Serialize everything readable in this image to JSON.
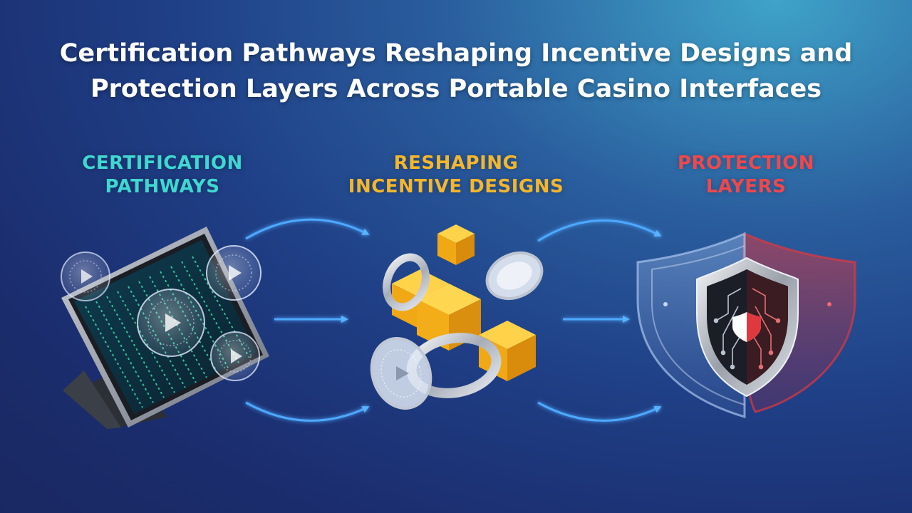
{
  "title": {
    "line1": "Certification Pathways Reshaping Incentive Designs and",
    "line2": "Protection Layers Across Portable Casino Interfaces"
  },
  "stages": [
    {
      "line1": "CERTIFICATION",
      "line2": "PATHWAYS",
      "color": "#3fd8d0",
      "icon": "tablet-icon"
    },
    {
      "line1": "RESHAPING",
      "line2": "INCENTIVE DESIGNS",
      "color": "#f3b62c",
      "icon": "cubes-icon"
    },
    {
      "line1": "PROTECTION",
      "line2": "LAYERS",
      "color": "#f0474d",
      "icon": "shield-icon"
    }
  ],
  "colors": {
    "arrow": "#4ea9ff",
    "matrix": "#3fe6b0",
    "cube": "#f6b31e",
    "shield_red": "#e0383f"
  }
}
